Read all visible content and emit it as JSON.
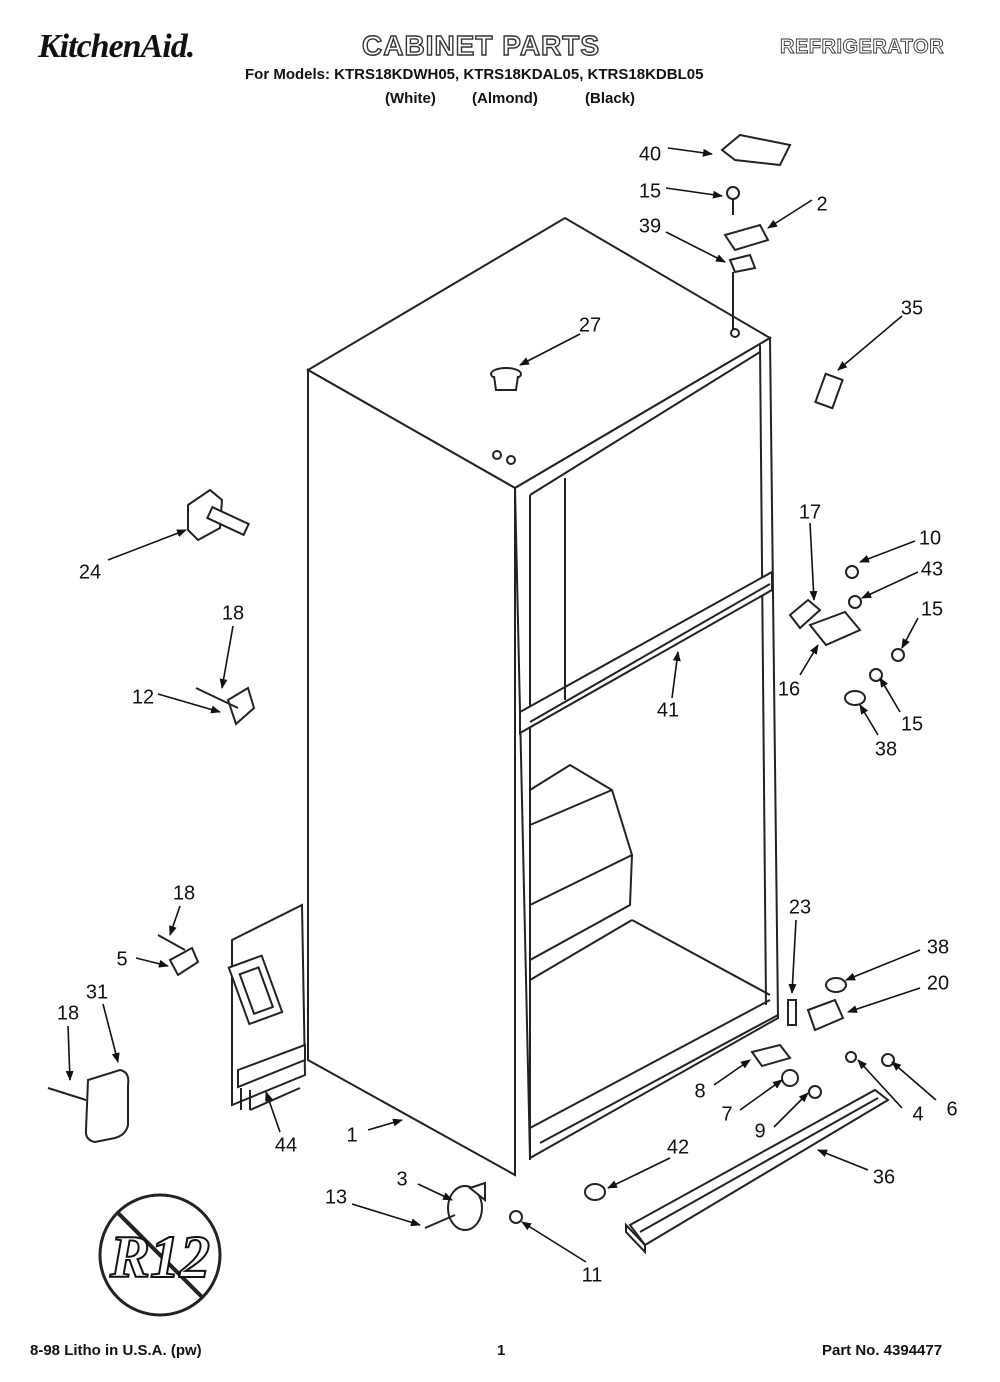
{
  "header": {
    "brand": "KitchenAid.",
    "title": "CABINET PARTS",
    "appliance": "REFRIGERATOR",
    "models_line": "For Models: KTRS18KDWH05, KTRS18KDAL05, KTRS18KDBL05",
    "color_1": "(White)",
    "color_2": "(Almond)",
    "color_3": "(Black)"
  },
  "logo": {
    "text": "R12"
  },
  "callouts": [
    {
      "label": "40"
    },
    {
      "label": "15"
    },
    {
      "label": "2"
    },
    {
      "label": "39"
    },
    {
      "label": "35"
    },
    {
      "label": "27"
    },
    {
      "label": "24"
    },
    {
      "label": "18"
    },
    {
      "label": "12"
    },
    {
      "label": "17"
    },
    {
      "label": "10"
    },
    {
      "label": "43"
    },
    {
      "label": "15"
    },
    {
      "label": "16"
    },
    {
      "label": "15"
    },
    {
      "label": "38"
    },
    {
      "label": "41"
    },
    {
      "label": "18"
    },
    {
      "label": "5"
    },
    {
      "label": "23"
    },
    {
      "label": "38"
    },
    {
      "label": "20"
    },
    {
      "label": "18"
    },
    {
      "label": "31"
    },
    {
      "label": "8"
    },
    {
      "label": "6"
    },
    {
      "label": "7"
    },
    {
      "label": "4"
    },
    {
      "label": "9"
    },
    {
      "label": "44"
    },
    {
      "label": "1"
    },
    {
      "label": "42"
    },
    {
      "label": "36"
    },
    {
      "label": "3"
    },
    {
      "label": "13"
    },
    {
      "label": "11"
    }
  ],
  "footer": {
    "left": "8-98 Litho in U.S.A. (pw)",
    "page": "1",
    "part_no": "Part No. 4394477"
  }
}
